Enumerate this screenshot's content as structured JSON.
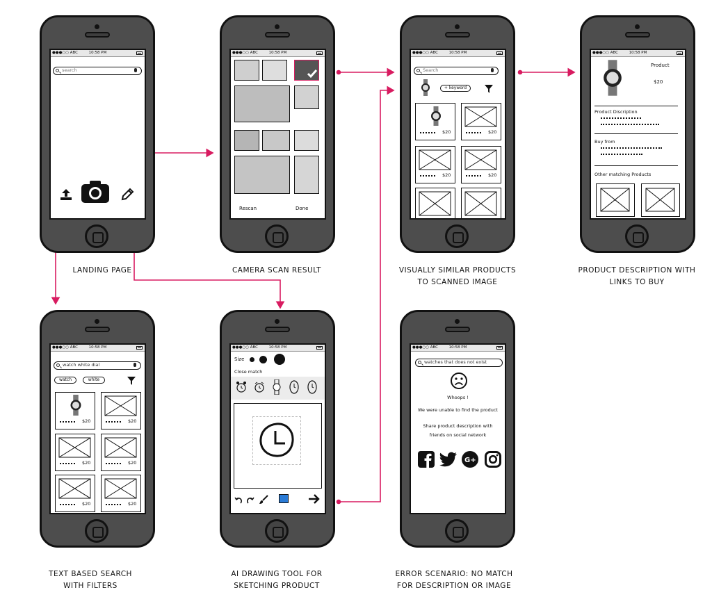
{
  "status": {
    "carrier": "●●●○○ ABC",
    "time": "10:58 PM"
  },
  "screens": {
    "landing": {
      "search_placeholder": "search",
      "caption": [
        "LANDING PAGE"
      ]
    },
    "camera": {
      "rescan": "Rescan",
      "done": "Done",
      "caption": [
        "CAMERA SCAN RESULT"
      ]
    },
    "similar": {
      "search_placeholder": "Search",
      "keyword": "+ keyword",
      "prices": [
        "$20",
        "$20",
        "$20",
        "$20"
      ],
      "caption": [
        "VISUALLY SIMILAR PRODUCTS",
        "TO SCANNED IMAGE"
      ]
    },
    "description": {
      "product": "Product",
      "price": "$20",
      "product_description": "Product Discription",
      "buy_from": "Buy from",
      "other_matching": "Other matching Products",
      "caption": [
        "PRODUCT DESCRIPTION WITH",
        "LINKS TO BUY"
      ]
    },
    "text_search": {
      "search_value": "watch white dial",
      "tags": [
        "watch",
        "white"
      ],
      "prices": [
        "$20",
        "$20",
        "$20",
        "$20",
        "$20",
        "$20"
      ],
      "caption": [
        "TEXT BASED SEARCH",
        "WITH FILTERS"
      ]
    },
    "drawing": {
      "size": "Size",
      "close_match": "Close match",
      "caption": [
        "AI DRAWING TOOL FOR",
        "SKETCHING PRODUCT"
      ]
    },
    "error": {
      "search_value": "watches that does not exist",
      "whoops": "Whoops !",
      "unable": "We were unable to find the product",
      "share_1": "Share product description with",
      "share_2": "friends on social network",
      "caption": [
        "ERROR SCENARIO: NO MATCH",
        "FOR DESCRIPTION OR IMAGE"
      ]
    }
  },
  "colors": {
    "connector": "#d81b60",
    "phone_body": "#4d4d4d",
    "outline": "#111111"
  },
  "icons": [
    "upload-icon",
    "camera-icon",
    "pencil-icon",
    "mic-icon",
    "filter-icon",
    "watch-icon",
    "sad-face-icon",
    "facebook-icon",
    "twitter-icon",
    "google-plus-icon",
    "instagram-icon",
    "undo-icon",
    "redo-icon",
    "brush-icon",
    "arrow-right-icon",
    "clock-icon",
    "alarm-clock-icon"
  ]
}
